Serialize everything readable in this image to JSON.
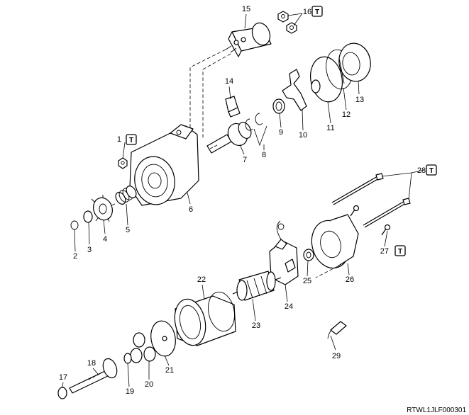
{
  "callouts": [
    {
      "num": "1",
      "torque": true
    },
    {
      "num": "2",
      "torque": false
    },
    {
      "num": "3",
      "torque": false
    },
    {
      "num": "4",
      "torque": false
    },
    {
      "num": "5",
      "torque": false
    },
    {
      "num": "6",
      "torque": false
    },
    {
      "num": "7",
      "torque": false
    },
    {
      "num": "8",
      "torque": false
    },
    {
      "num": "9",
      "torque": false
    },
    {
      "num": "10",
      "torque": false
    },
    {
      "num": "11",
      "torque": false
    },
    {
      "num": "12",
      "torque": false
    },
    {
      "num": "13",
      "torque": false
    },
    {
      "num": "14",
      "torque": false
    },
    {
      "num": "15",
      "torque": false
    },
    {
      "num": "16",
      "torque": true
    },
    {
      "num": "17",
      "torque": false
    },
    {
      "num": "18",
      "torque": false
    },
    {
      "num": "19",
      "torque": false
    },
    {
      "num": "20",
      "torque": false
    },
    {
      "num": "21",
      "torque": false
    },
    {
      "num": "22",
      "torque": false
    },
    {
      "num": "23",
      "torque": false
    },
    {
      "num": "24",
      "torque": false
    },
    {
      "num": "25",
      "torque": false
    },
    {
      "num": "26",
      "torque": false
    },
    {
      "num": "27",
      "torque": true
    },
    {
      "num": "28",
      "torque": true
    },
    {
      "num": "29",
      "torque": false
    }
  ],
  "torque_symbol": "T",
  "reference_code": "RTWL1JLF000301"
}
